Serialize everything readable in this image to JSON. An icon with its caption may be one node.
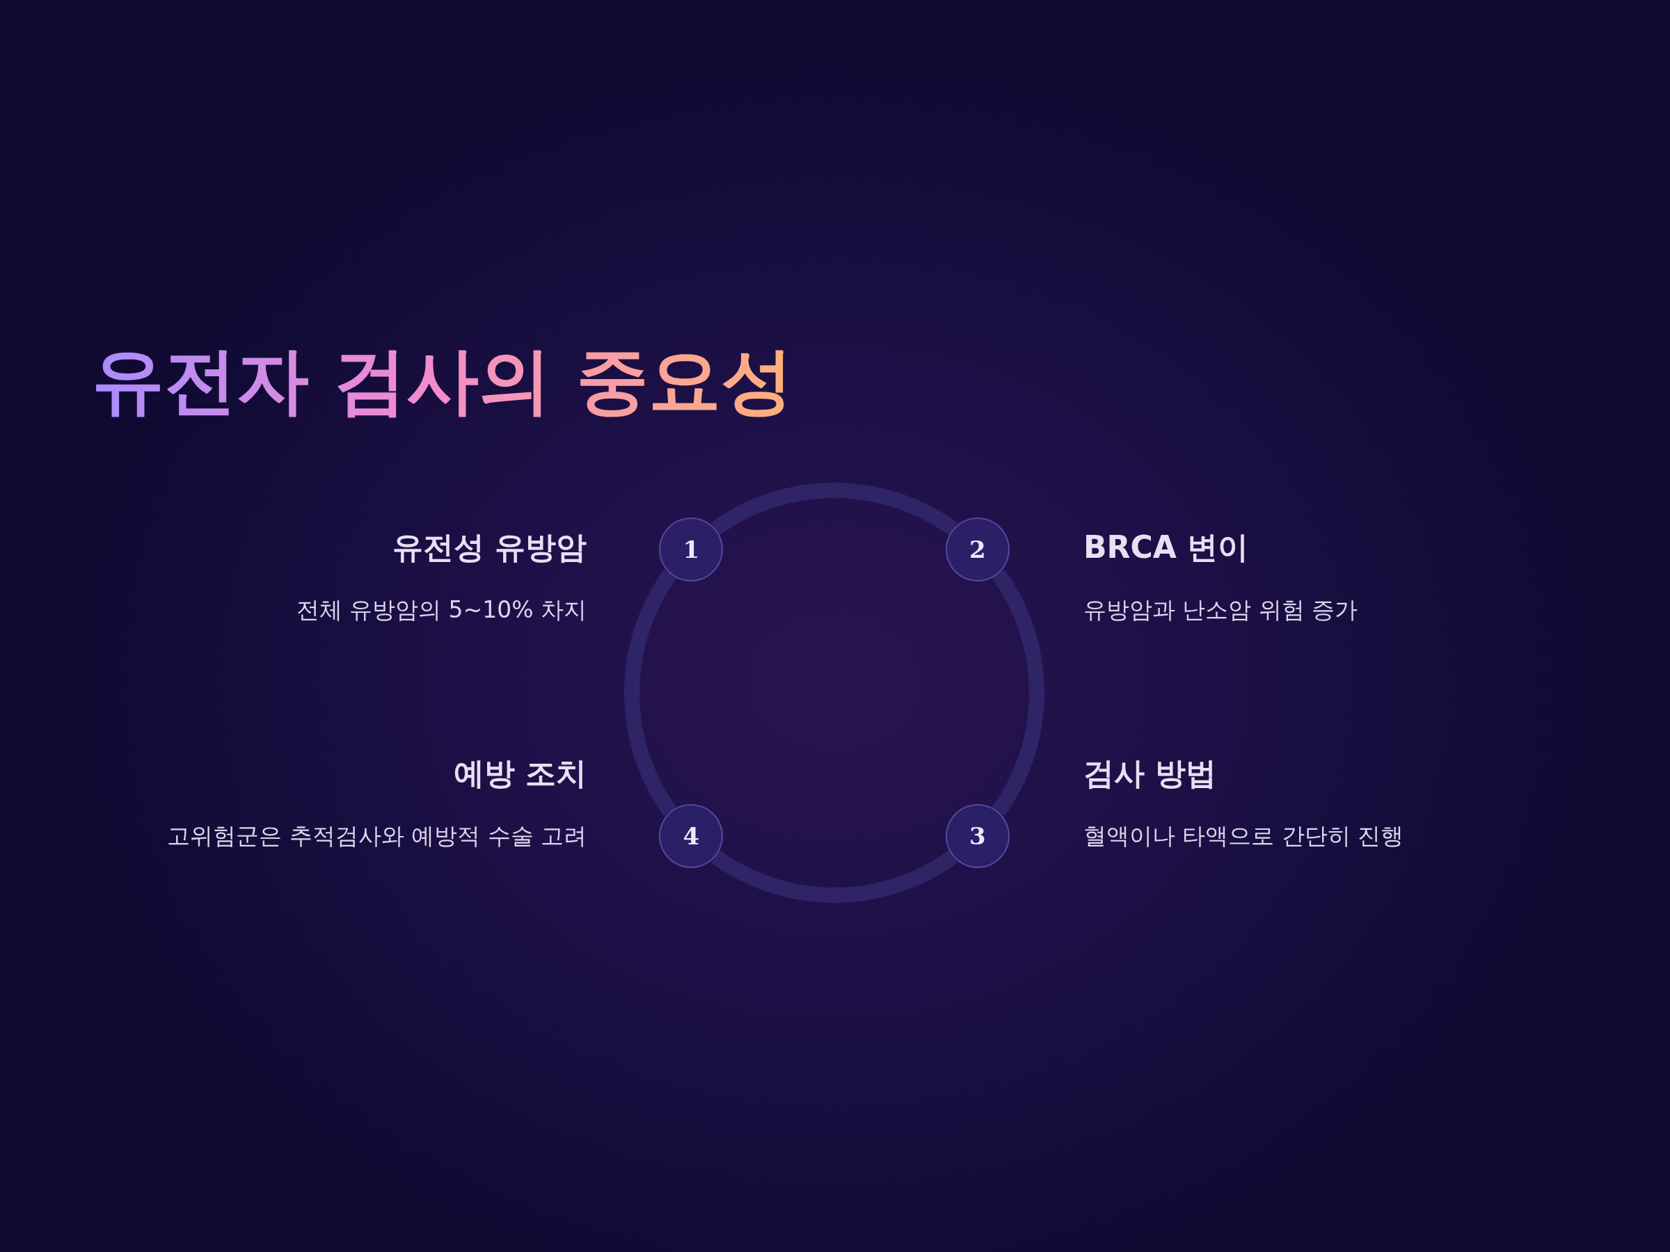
{
  "diagram": {
    "title": "유전자 검사의 중요성",
    "nodes": [
      {
        "text": [
          "1"
        ],
        "beside": [
          "유전성 유방암",
          "전체 유방암의 5~10% 차지"
        ]
      },
      {
        "text": [
          "2"
        ],
        "beside": [
          "BRCA 변이",
          "유방암과 난소암 위험 증가"
        ]
      },
      {
        "text": [
          "3"
        ],
        "beside": [
          "검사 방법",
          "혈액이나 타액으로 간단히 진행"
        ]
      },
      {
        "text": [
          "4"
        ],
        "beside": [
          "예방 조치",
          "고위험군은 추적검사와 예방적 수술 고려"
        ]
      }
    ],
    "edges": [
      {
        "from": 0,
        "to": 1,
        "arrow": "none"
      },
      {
        "from": 1,
        "to": 2,
        "arrow": "none"
      },
      {
        "from": 2,
        "to": 3,
        "arrow": "none"
      },
      {
        "from": 3,
        "to": 0,
        "arrow": "none"
      }
    ]
  }
}
